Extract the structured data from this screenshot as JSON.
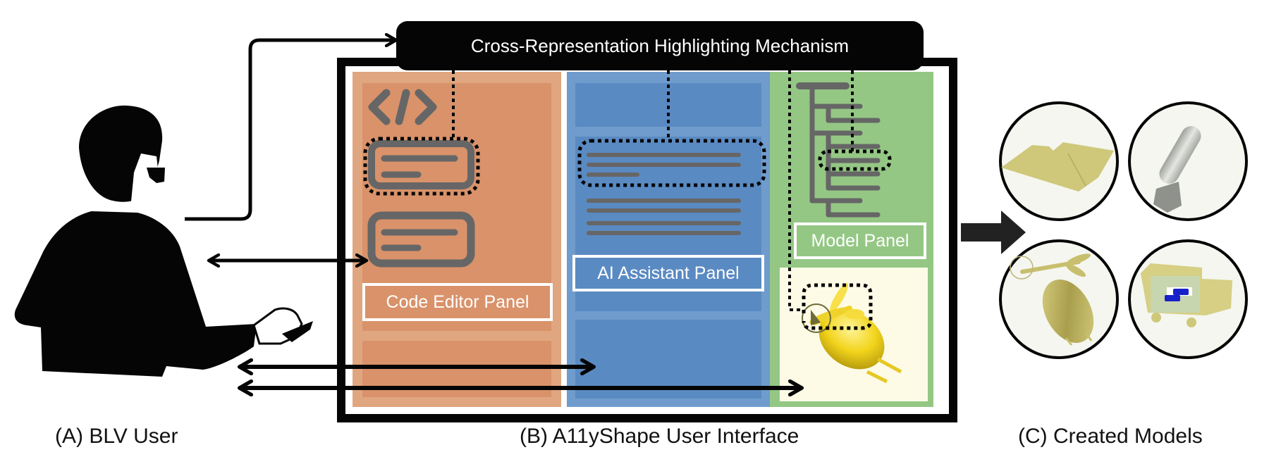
{
  "mechanism": {
    "title": "Cross-Representation Highlighting Mechanism"
  },
  "panels": {
    "code_editor": {
      "label": "Code Editor Panel",
      "icon": "code-brackets-icon",
      "color": "#d9926a"
    },
    "ai_assistant": {
      "label": "AI Assistant Panel",
      "color": "#5a8ac2"
    },
    "model": {
      "label": "Model Panel",
      "color": "#94c784",
      "viewport_color": "#fdfbe6"
    }
  },
  "captions": {
    "user": "(A) BLV User",
    "interface": "(B) A11yShape User Interface",
    "models": "(C) Created Models"
  },
  "created_models": [
    {
      "name": "flat-plate-model",
      "color": "#cfc77a"
    },
    {
      "name": "rocket-model",
      "color": "#b9bcb6"
    },
    {
      "name": "helicopter-model",
      "color": "#c8bf6e"
    },
    {
      "name": "truck-model",
      "color": "#d6cf84"
    }
  ],
  "colors": {
    "ink": "#050505",
    "placeholder_gray": "#666666",
    "highlight_yellow": "#f5d81f"
  }
}
